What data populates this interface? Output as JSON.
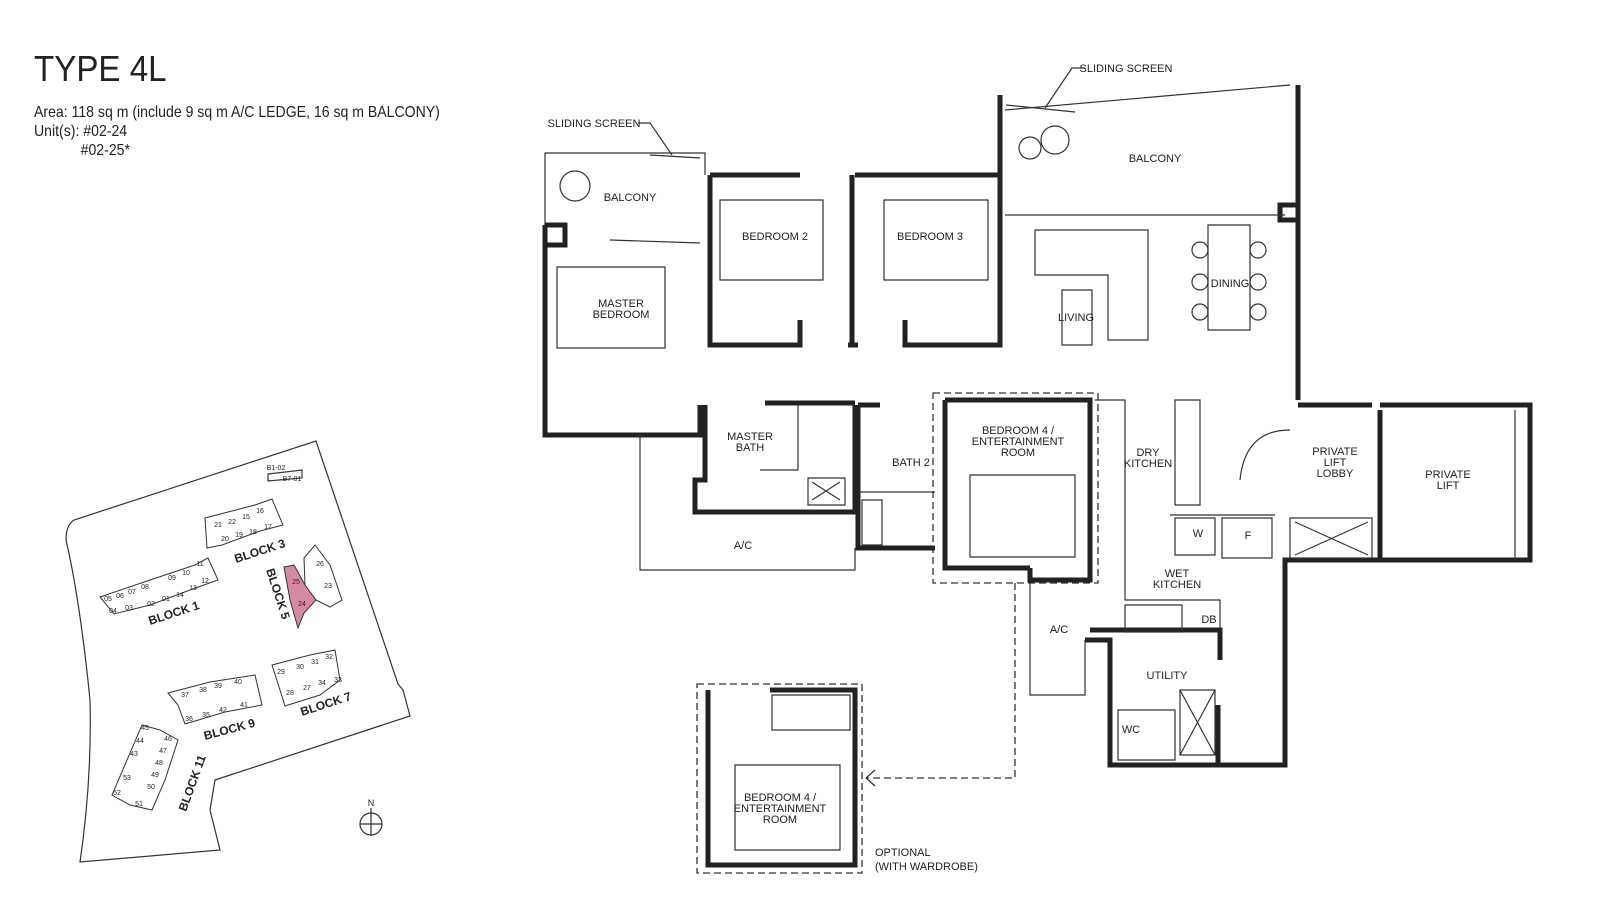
{
  "header": {
    "title": "TYPE 4L",
    "area": "Area: 118 sq m (include 9 sq m A/C LEDGE, 16 sq m BALCONY)",
    "units_label": "Unit(s): #02-24",
    "unit_2": "#02-25*"
  },
  "site_plan": {
    "highlight_color": "#d58aa4",
    "north": "N",
    "top_labels": [
      "B1-02",
      "B7-01"
    ],
    "blocks": [
      {
        "name": "BLOCK 1",
        "units": [
          "05",
          "06",
          "07",
          "08",
          "09",
          "10",
          "11",
          "04",
          "03",
          "02",
          "01",
          "14",
          "13",
          "12"
        ]
      },
      {
        "name": "BLOCK 3",
        "units": [
          "21",
          "22",
          "15",
          "16",
          "20",
          "19",
          "18",
          "17"
        ]
      },
      {
        "name": "BLOCK 5",
        "units": [
          "25",
          "24",
          "26",
          "23"
        ]
      },
      {
        "name": "BLOCK 7",
        "units": [
          "29",
          "30",
          "31",
          "32",
          "28",
          "27",
          "34",
          "33"
        ]
      },
      {
        "name": "BLOCK 9",
        "units": [
          "37",
          "38",
          "39",
          "40",
          "36",
          "35",
          "42",
          "41"
        ]
      },
      {
        "name": "BLOCK 11",
        "units": [
          "45",
          "44",
          "46",
          "43",
          "47",
          "48",
          "53",
          "50",
          "49",
          "52",
          "51"
        ]
      }
    ]
  },
  "floor_plan": {
    "rooms": {
      "sliding_screen_1": "SLIDING SCREEN",
      "sliding_screen_2": "SLIDING SCREEN",
      "balcony_1": "BALCONY",
      "balcony_2": "BALCONY",
      "bedroom_2": "BEDROOM 2",
      "bedroom_3": "BEDROOM 3",
      "master_bedroom": [
        "MASTER",
        "BEDROOM"
      ],
      "living": "LIVING",
      "dining": "DINING",
      "master_bath": [
        "MASTER",
        "BATH"
      ],
      "bath_2": "BATH 2",
      "bedroom_4": [
        "BEDROOM 4 /",
        "ENTERTAINMENT",
        "ROOM"
      ],
      "dry_kitchen": [
        "DRY",
        "KITCHEN"
      ],
      "private_lift_lobby": [
        "PRIVATE",
        "LIFT",
        "LOBBY"
      ],
      "private_lift": [
        "PRIVATE",
        "LIFT"
      ],
      "ac_1": "A/C",
      "ac_2": "A/C",
      "washer": "W",
      "fridge": "F",
      "wet_kitchen": [
        "WET",
        "KITCHEN"
      ],
      "db": "DB",
      "utility": "UTILITY",
      "wc": "WC"
    },
    "optional": {
      "bedroom_4": [
        "BEDROOM 4 /",
        "ENTERTAINMENT",
        "ROOM"
      ],
      "note": [
        "OPTIONAL",
        "(WITH WARDROBE)"
      ]
    }
  }
}
